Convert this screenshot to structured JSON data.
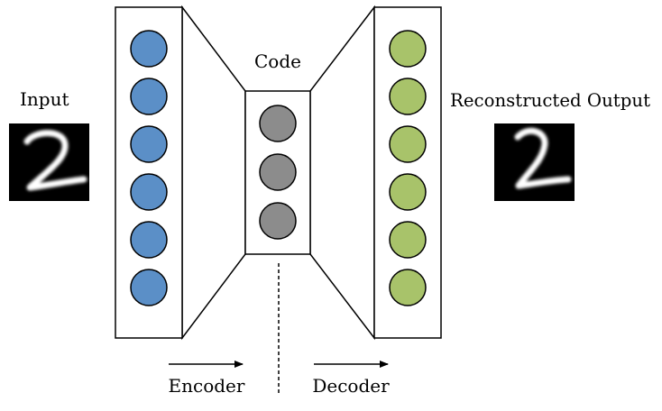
{
  "labels": {
    "input": "Input",
    "code": "Code",
    "output": "Reconstructed Output",
    "encoder": "Encoder",
    "decoder": "Decoder"
  },
  "layers": {
    "encoder": {
      "node_count": 6,
      "color": "#5b8fc7"
    },
    "code": {
      "node_count": 3,
      "color": "#8c8c8c"
    },
    "decoder": {
      "node_count": 6,
      "color": "#a8c36a"
    }
  },
  "colors": {
    "stroke": "#000000",
    "digit_background": "#000000",
    "digit_stroke": "#ffffff"
  }
}
